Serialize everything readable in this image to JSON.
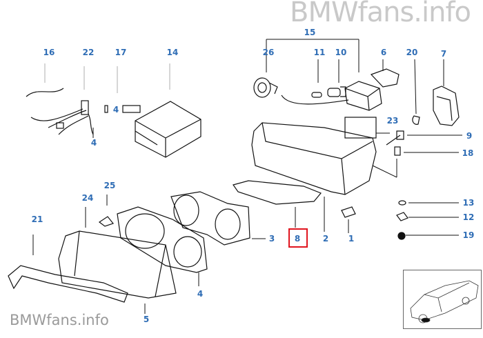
{
  "watermark_top": "BMWfans.info",
  "watermark_bottom": "BMWfans.info",
  "highlight_color": "#e0141e",
  "label_color": "#2f6db5",
  "highlighted_part": "8",
  "labels": {
    "p16": "16",
    "p22": "22",
    "p17": "17",
    "p14": "14",
    "p4a": "4",
    "p4b": "4",
    "p15": "15",
    "p26": "26",
    "p11": "11",
    "p10": "10",
    "p6": "6",
    "p20": "20",
    "p7": "7",
    "p23": "23",
    "p9": "9",
    "p18": "18",
    "p25": "25",
    "p24": "24",
    "p21": "21",
    "p3": "3",
    "p8": "8",
    "p2": "2",
    "p1": "1",
    "p13": "13",
    "p12": "12",
    "p19": "19",
    "p4c": "4",
    "p5": "5"
  }
}
